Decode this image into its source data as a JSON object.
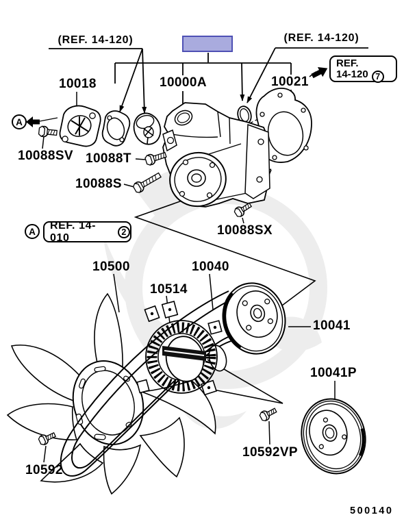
{
  "diagram": {
    "code": "500140",
    "highlight_fill": "#a9abde",
    "highlight_border": "#4e50b4",
    "line_color": "#000000",
    "background": "#ffffff"
  },
  "refs": {
    "top_left": "(REF. 14-120)",
    "top_right": "(REF. 14-120)",
    "ref_box": {
      "line1": "REF.",
      "line2": "14-120",
      "digit": "7"
    },
    "a_box": {
      "marker": "A",
      "text": "REF. 14-010",
      "digit": "2"
    },
    "a_marker": "A"
  },
  "parts": {
    "p10018": "10018",
    "p10000A": "10000A",
    "p10021": "10021",
    "p10088SV": "10088SV",
    "p10088T": "10088T",
    "p10088S": "10088S",
    "p10088SX": "10088SX",
    "p10500": "10500",
    "p10514": "10514",
    "p10040": "10040",
    "p10041": "10041",
    "p10041P": "10041P",
    "p10592": "10592",
    "p10592VP": "10592VP"
  }
}
